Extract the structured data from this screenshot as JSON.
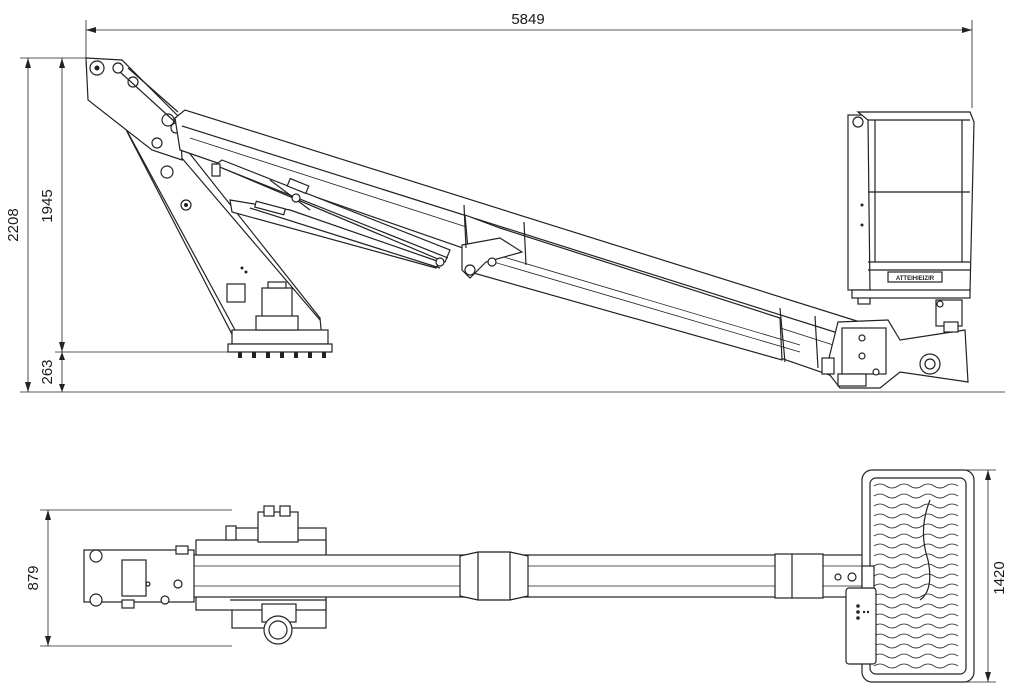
{
  "dimensions": {
    "overall_length": "5849",
    "overall_height": "2208",
    "platform_height": "1945",
    "ground_clearance": "263",
    "base_width": "879",
    "platform_width": "1420"
  },
  "platform_plate_text": "ATTEIHIEIZIR",
  "colors": {
    "line": "#222222",
    "background": "#ffffff"
  }
}
